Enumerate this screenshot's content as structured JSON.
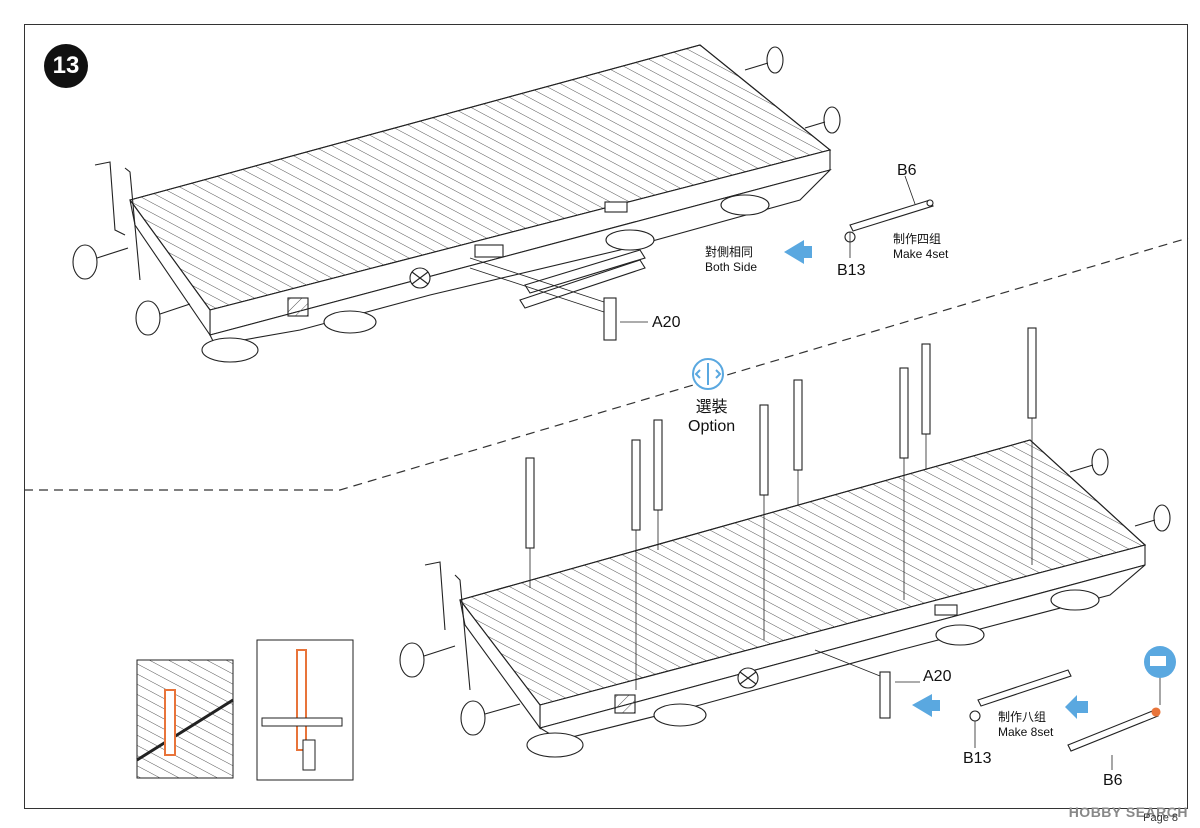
{
  "step": {
    "number": "13"
  },
  "parts": {
    "a20": "A20",
    "b6": "B6",
    "b13": "B13"
  },
  "notes": {
    "both_side_cn": "對側相同",
    "both_side_en": "Both Side",
    "make4_cn": "制作四组",
    "make4_en": "Make 4set",
    "make8_cn": "制作八组",
    "make8_en": "Make 8set"
  },
  "option": {
    "cn": "選裝",
    "en": "Option"
  },
  "footer": {
    "watermark": "HOBBY SEARCH",
    "page": "Page 8"
  },
  "colors": {
    "arrow": "#5aa8e0",
    "highlight": "#e8743a",
    "line": "#222222"
  },
  "icons": [
    "option-icon",
    "glue-icon",
    "arrow-left-icon"
  ]
}
